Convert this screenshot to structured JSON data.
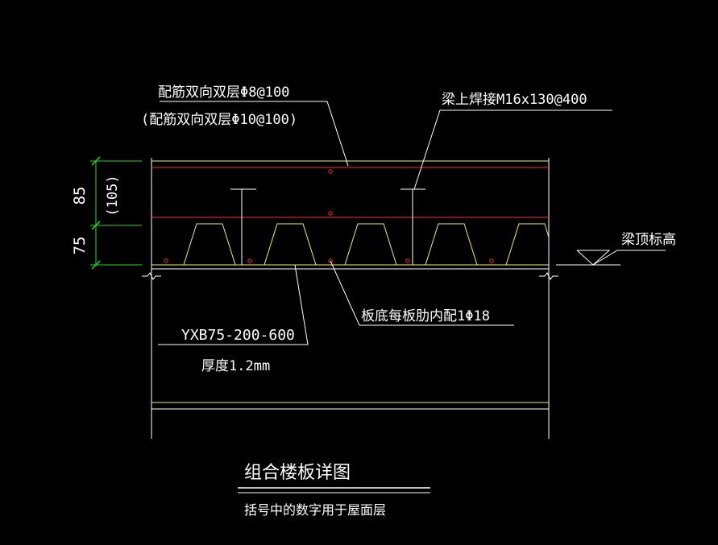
{
  "labels": {
    "top_rebar": "配筋双向双层Φ8@100",
    "top_rebar_roof": "(配筋双向双层Φ10@100)",
    "weld_stud": "梁上焊接M16x130@400",
    "beam_top_elev": "梁顶标高",
    "deck_model": "YXB75-200-600",
    "deck_thickness": "厚度1.2mm",
    "rib_rebar": "板底每板肋内配1Φ18",
    "dim_upper": "85",
    "dim_upper_roof": "(105)",
    "dim_lower": "75",
    "drawing_title": "组合楼板详图",
    "drawing_note": "括号中的数字用于屋面层"
  },
  "colors": {
    "background": "#000000",
    "text": "#ffffff",
    "rebar": "#ff2a2a",
    "deck": "#f0f060",
    "beam": "#ffffff",
    "dimension": "#22dd22"
  }
}
